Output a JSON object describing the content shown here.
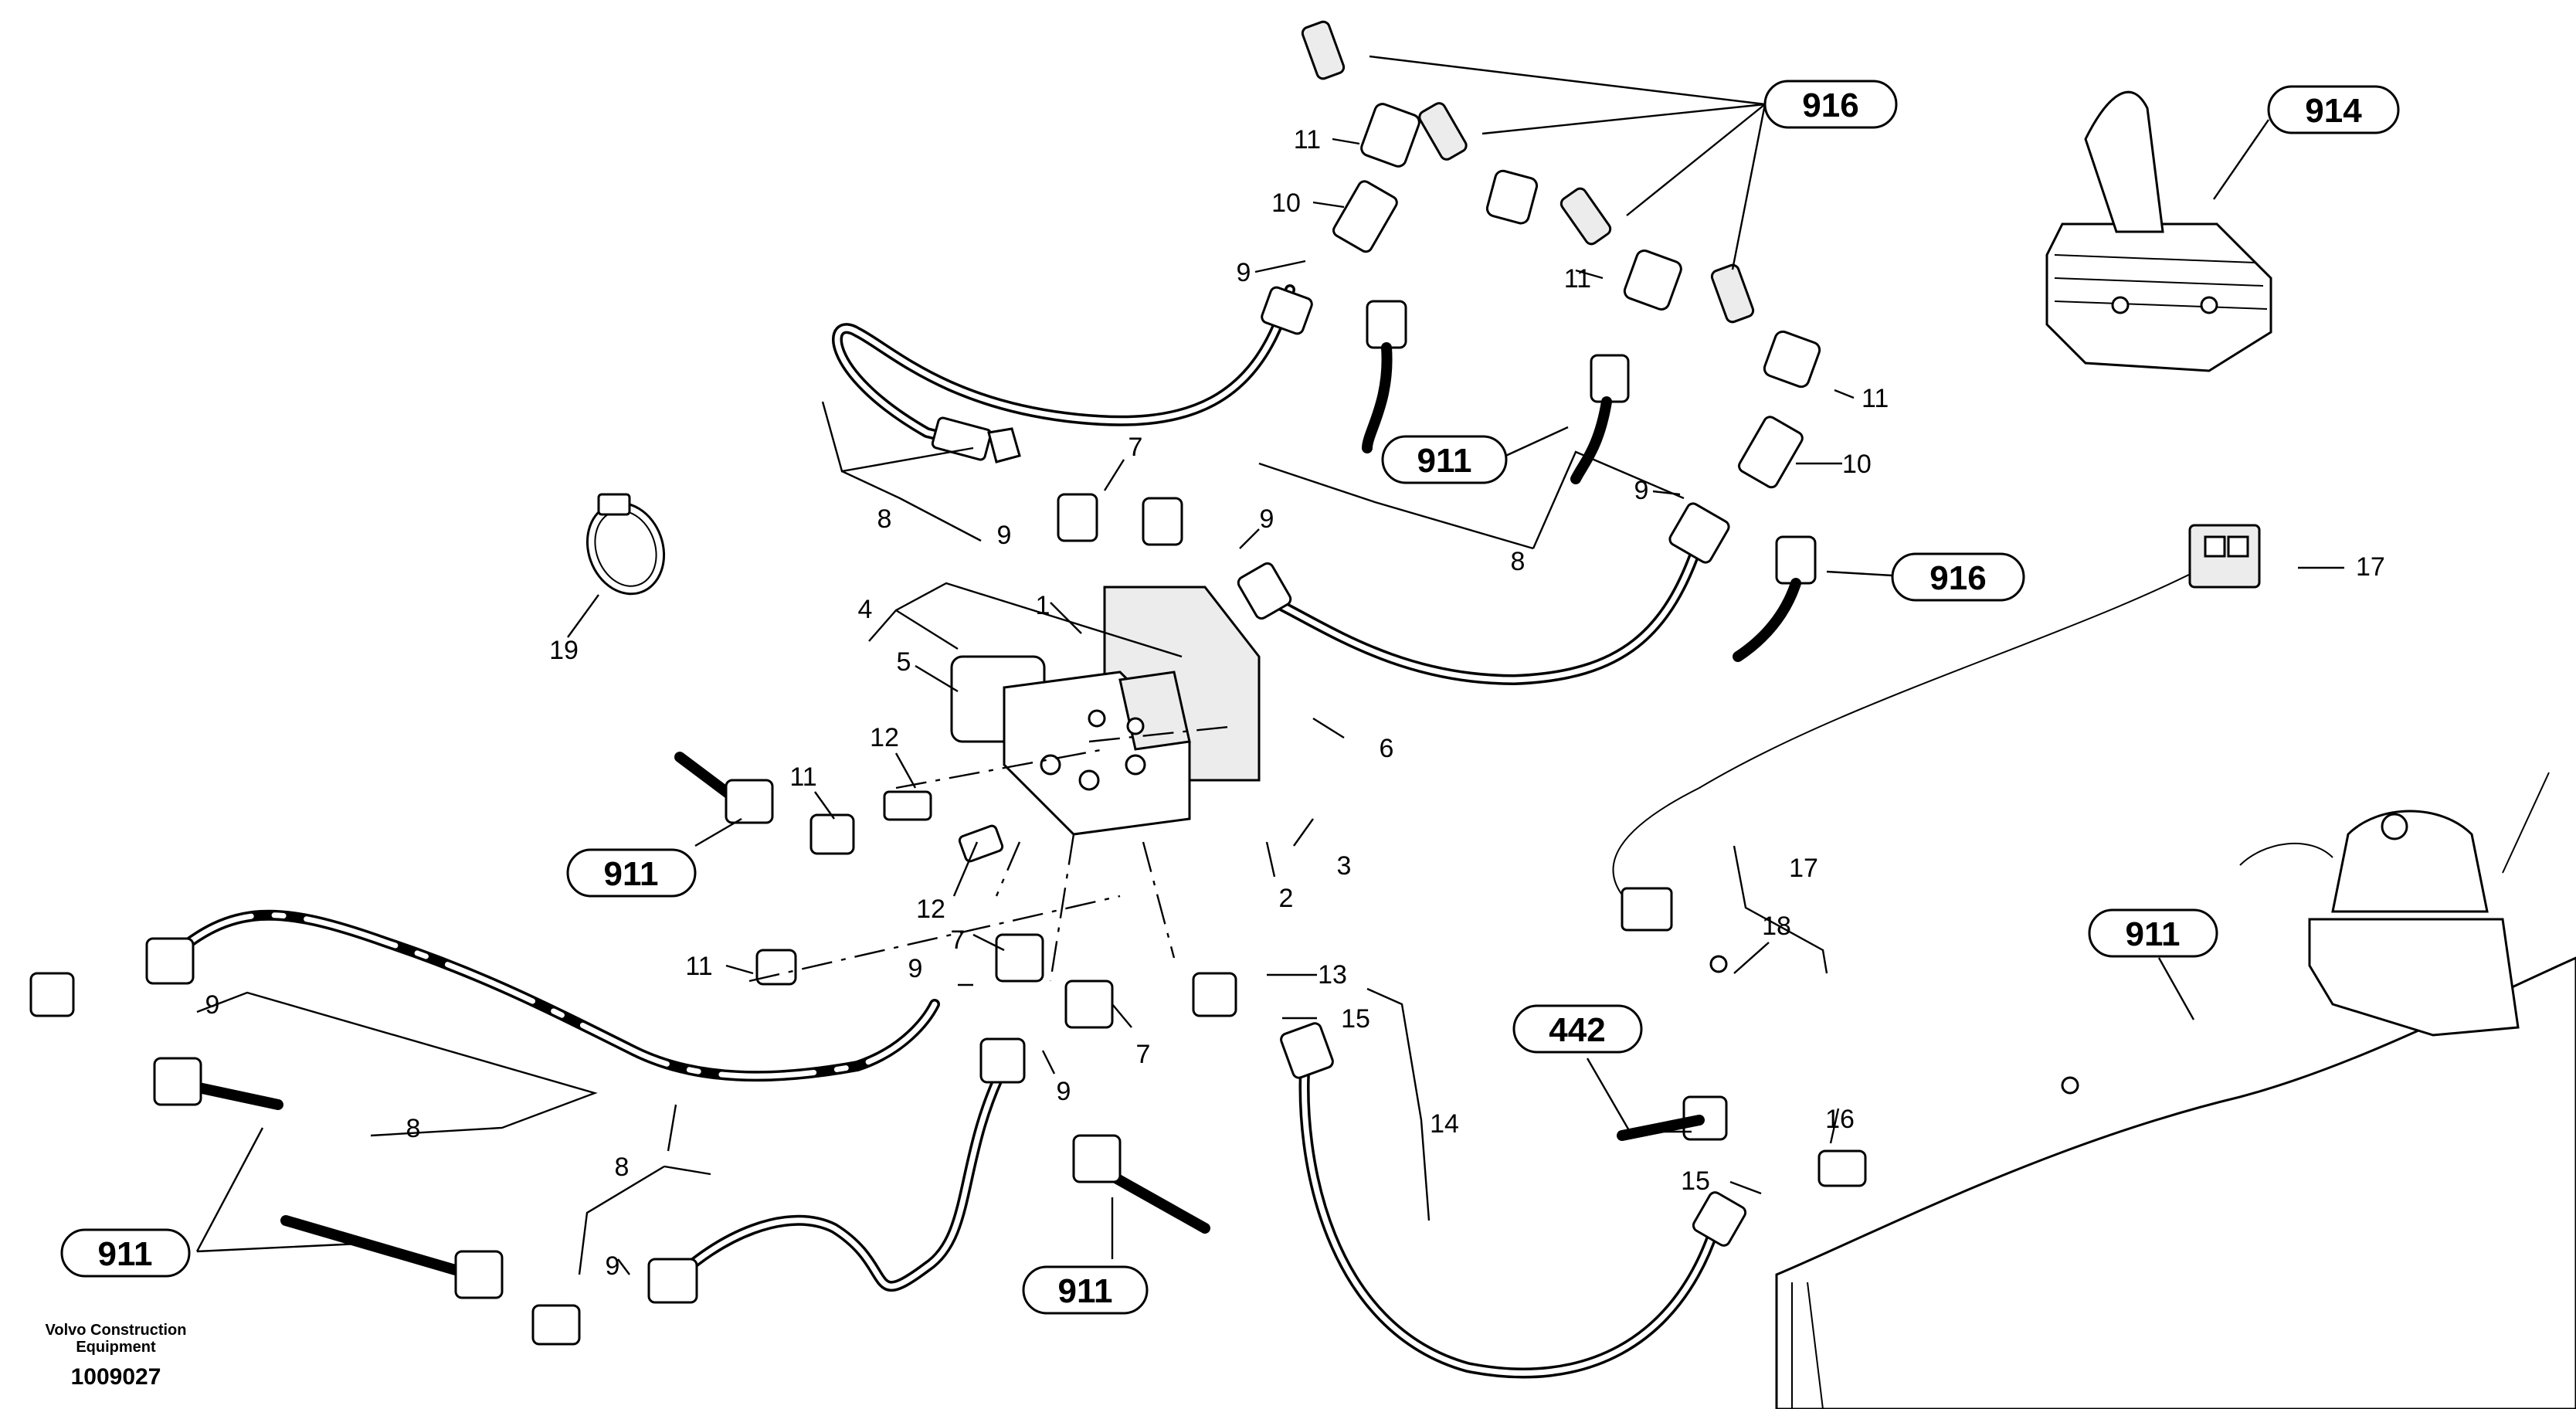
{
  "callouts": [
    "1",
    "2",
    "3",
    "4",
    "5",
    "6",
    "7",
    "8",
    "9",
    "10",
    "11",
    "12",
    "13",
    "14",
    "15",
    "16",
    "17",
    "18",
    "19"
  ],
  "references": {
    "r916": "916",
    "r914": "914",
    "r911": "911",
    "r442": "442"
  },
  "footer": {
    "company_line1": "Volvo Construction",
    "company_line2": "Equipment",
    "drawing_number": "1009027"
  }
}
